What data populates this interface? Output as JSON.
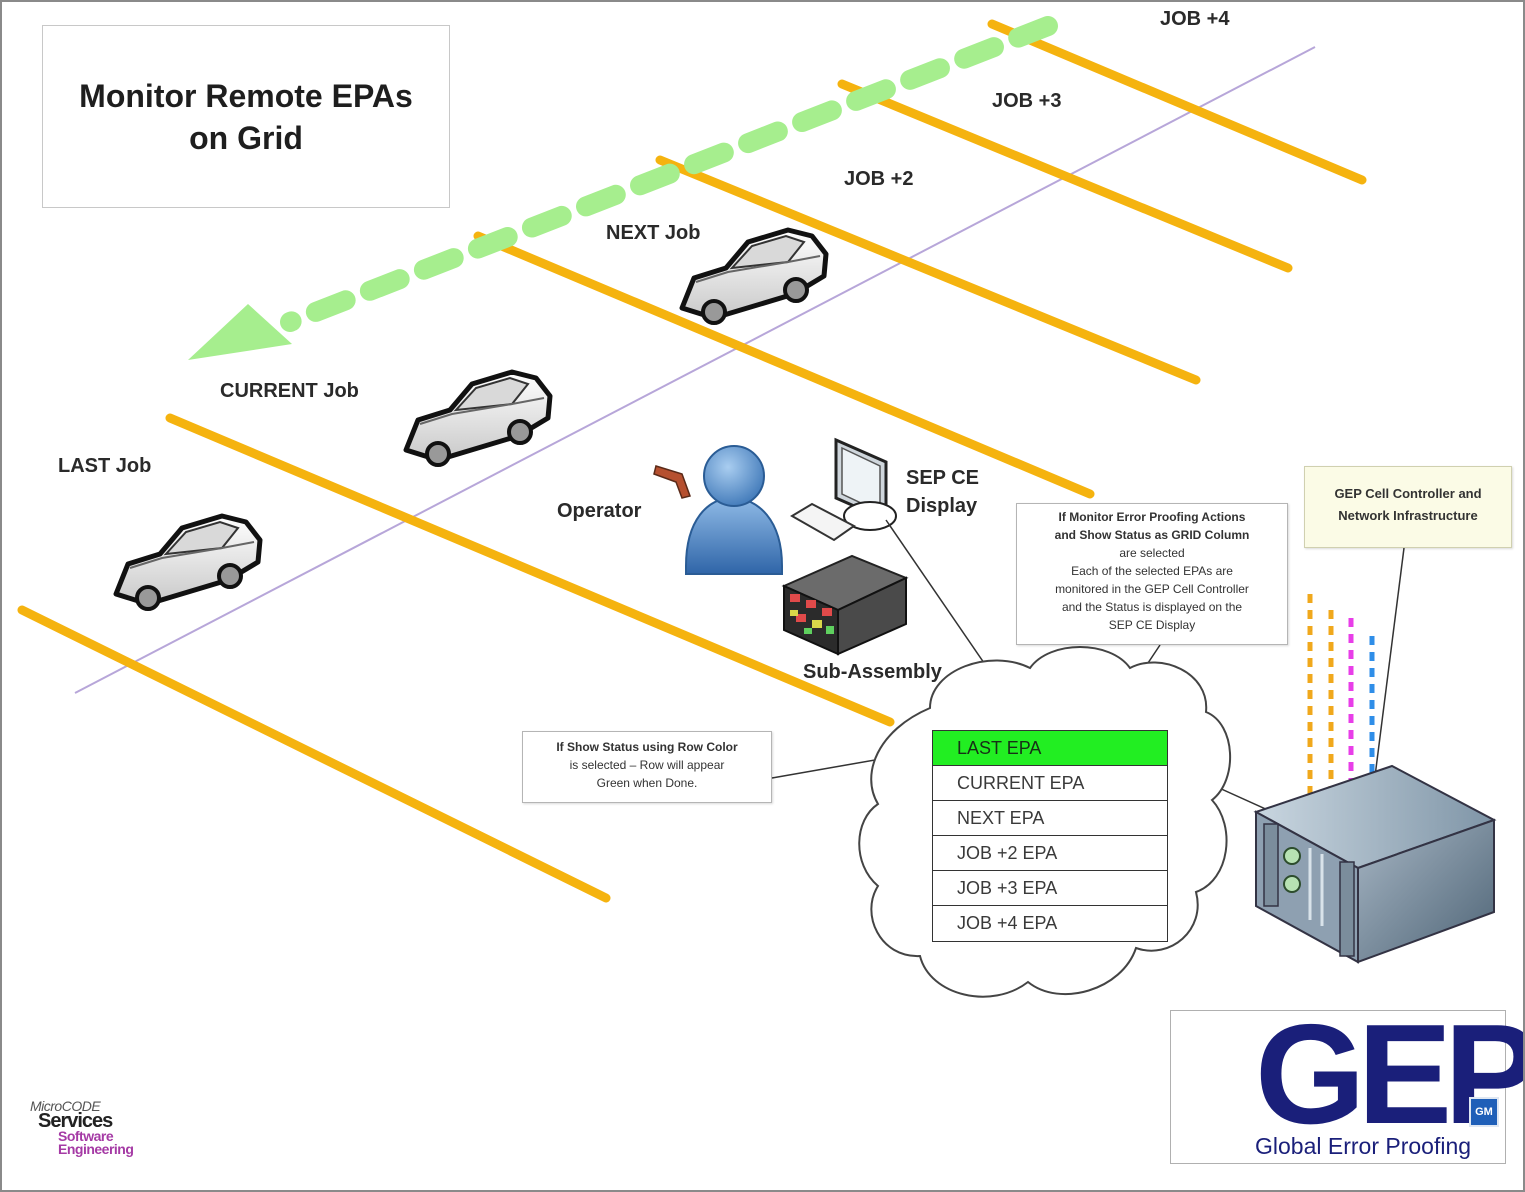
{
  "title": "Monitor Remote EPAs on Grid",
  "station_labels": {
    "job_plus_4": "JOB +4",
    "job_plus_3": "JOB +3",
    "job_plus_2": "JOB +2",
    "next_job": "NEXT Job",
    "current_job": "CURRENT Job",
    "last_job": "LAST Job"
  },
  "operator_label": "Operator",
  "sep_display_label_line1": "SEP CE",
  "sep_display_label_line2": "Display",
  "sub_assembly_label": "Sub-Assembly",
  "note_epa": {
    "line1": "If Monitor Error Proofing Actions",
    "line2": "and Show Status as GRID Column",
    "line3": "are selected",
    "line4": "Each of the selected EPAs are",
    "line5": "monitored in the GEP Cell Controller",
    "line6": "and the Status is displayed on the",
    "line7": "SEP CE Display"
  },
  "note_row_color": {
    "line1": "If Show Status using Row Color",
    "line2": "is selected – Row will appear",
    "line3": "Green when Done."
  },
  "note_gep_controller": {
    "line1": "GEP Cell Controller and",
    "line2": "Network Infrastructure"
  },
  "epa_grid": {
    "rows": [
      {
        "label": "LAST EPA",
        "done": true
      },
      {
        "label": "CURRENT EPA",
        "done": false
      },
      {
        "label": "NEXT EPA",
        "done": false
      },
      {
        "label": "JOB +2 EPA",
        "done": false
      },
      {
        "label": "JOB +3 EPA",
        "done": false
      },
      {
        "label": "JOB +4 EPA",
        "done": false
      }
    ]
  },
  "microcode_logo": {
    "line1": "MicroCODE",
    "line2": "Services",
    "line3": "Software",
    "line4": "Engineering"
  },
  "gep_logo": {
    "wordmark": "GEP",
    "tagline": "Global Error Proofing",
    "badge": "GM"
  },
  "colors": {
    "station_line": "#f5b30f",
    "flow_arrow": "#a6ee8e",
    "grid_done_row": "#22ee22",
    "wire_orange": "#f0a81c",
    "wire_magenta": "#e83ee8",
    "wire_blue": "#2f8ee8",
    "centerline": "#b7a6d9",
    "operator_figure": "#5b93cf",
    "gep_wordmark": "#1a1f7a"
  }
}
